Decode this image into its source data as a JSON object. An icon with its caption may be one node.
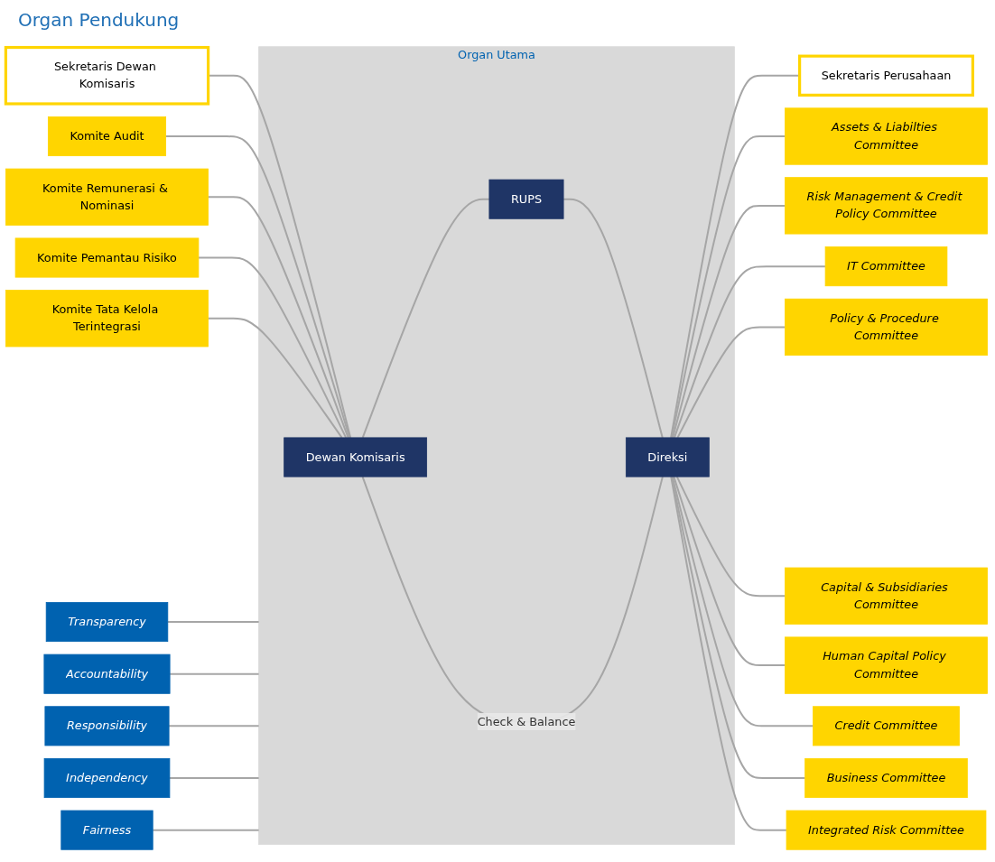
{
  "diagram": {
    "nodes": [
      {
        "text": [
          "Transparency"
        ]
      },
      {
        "text": [
          "Accountability"
        ]
      },
      {
        "text": [
          "Responsibility"
        ]
      },
      {
        "text": [
          "Independency"
        ]
      },
      {
        "text": [
          "Fairness"
        ]
      },
      {
        "text": [
          "Organ Utama"
        ]
      },
      {
        "text": [
          "Dewan Komisaris"
        ],
        "in": 5
      },
      {
        "text": [
          "RUPS"
        ],
        "in": 5
      },
      {
        "text": [
          "Direksi"
        ],
        "in": 5
      },
      {
        "text": [
          "Sekretaris Dewan Komisaris"
        ]
      },
      {
        "text": [
          "Sekretaris Perusahaan"
        ]
      },
      {
        "text": [
          "Komite Audit"
        ]
      },
      {
        "text": [
          "Komite Remunerasi & Nominasi"
        ]
      },
      {
        "text": [
          "Komite Pemantau Risiko"
        ]
      },
      {
        "text": [
          "Komite Tata Kelola Terintegrasi"
        ]
      },
      {
        "text": [
          "Assets & Liabilties Committee"
        ]
      },
      {
        "text": [
          "Risk Management & Credit Policy Committee"
        ]
      },
      {
        "text": [
          "IT Committee"
        ]
      },
      {
        "text": [
          "Policy & Procedure Committee"
        ]
      },
      {
        "text": [
          "Capital & Subsidiaries Committee"
        ]
      },
      {
        "text": [
          "Human Capital Policy Committee"
        ]
      },
      {
        "text": [
          "Credit Committee"
        ]
      },
      {
        "text": [
          "Business Committee"
        ]
      },
      {
        "text": [
          "Integrated Risk Committee"
        ]
      }
    ],
    "edges": [
      {
        "from": 0,
        "to": 5,
        "arrow": "none"
      },
      {
        "from": 1,
        "to": 5,
        "arrow": "none"
      },
      {
        "from": 2,
        "to": 5,
        "arrow": "none"
      },
      {
        "from": 3,
        "to": 5,
        "arrow": "none"
      },
      {
        "from": 4,
        "to": 5,
        "arrow": "none"
      },
      {
        "from": 6,
        "to": 7,
        "arrow": "none"
      },
      {
        "from": 7,
        "to": 8,
        "arrow": "none"
      },
      {
        "from": 6,
        "to": 8,
        "label": "Check & Balance",
        "arrow": "none"
      },
      {
        "from": 9,
        "to": 6,
        "arrow": "none"
      },
      {
        "from": 11,
        "to": 6,
        "arrow": "none"
      },
      {
        "from": 12,
        "to": 6,
        "arrow": "none"
      },
      {
        "from": 13,
        "to": 6,
        "arrow": "none"
      },
      {
        "from": 14,
        "to": 6,
        "arrow": "none"
      },
      {
        "from": 8,
        "to": 10,
        "arrow": "none"
      },
      {
        "from": 8,
        "to": 15,
        "arrow": "none"
      },
      {
        "from": 8,
        "to": 16,
        "arrow": "none"
      },
      {
        "from": 8,
        "to": 17,
        "arrow": "none"
      },
      {
        "from": 8,
        "to": 18,
        "arrow": "none"
      },
      {
        "from": 8,
        "to": 19,
        "arrow": "none"
      },
      {
        "from": 8,
        "to": 20,
        "arrow": "none"
      },
      {
        "from": 8,
        "to": 21,
        "arrow": "none"
      },
      {
        "from": 8,
        "to": 22,
        "arrow": "none"
      },
      {
        "from": 8,
        "to": 23,
        "arrow": "none"
      }
    ],
    "labels": [
      "Organ Pendukung"
    ]
  }
}
